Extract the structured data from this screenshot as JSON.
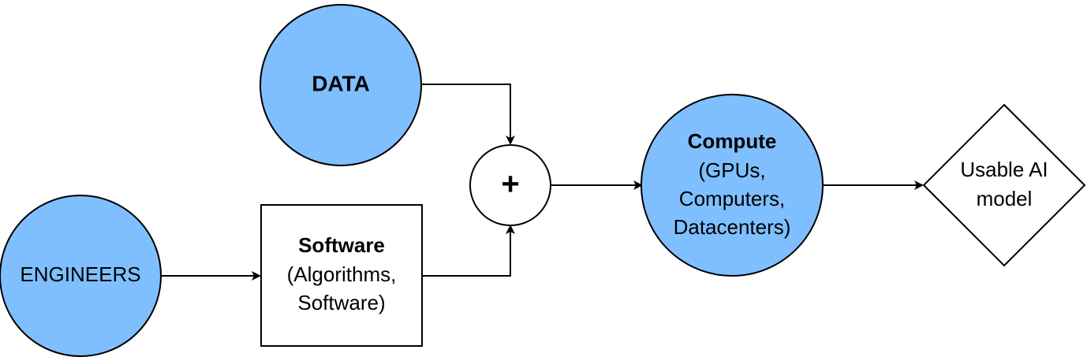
{
  "nodes": {
    "data": {
      "label": "DATA"
    },
    "engineers": {
      "label": "ENGINEERS"
    },
    "software": {
      "title": "Software",
      "line1": "(Algorithms,",
      "line2": "Software)"
    },
    "combine": {
      "symbol": "+"
    },
    "compute": {
      "title": "Compute",
      "line1": "(GPUs,",
      "line2": "Computers,",
      "line3": "Datacenters)"
    },
    "output": {
      "line1": "Usable AI",
      "line2": "model"
    }
  },
  "colors": {
    "node_fill": "#7fbfff",
    "stroke": "#000000",
    "background": "#ffffff"
  }
}
